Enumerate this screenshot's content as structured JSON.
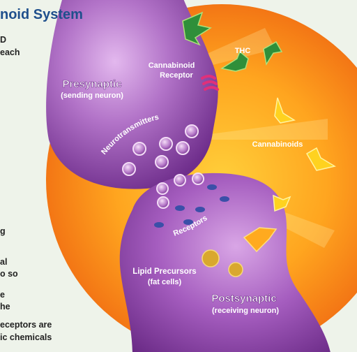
{
  "heading": "noid System",
  "side_text": [
    {
      "id": "s1",
      "text": "D"
    },
    {
      "id": "s2",
      "text": "each"
    },
    {
      "id": "s3",
      "text": "g"
    },
    {
      "id": "s4",
      "text": "al"
    },
    {
      "id": "s5",
      "text": "o so"
    },
    {
      "id": "s6",
      "text": "e"
    },
    {
      "id": "s7",
      "text": "he"
    },
    {
      "id": "s8",
      "text": "eceptors are"
    },
    {
      "id": "s9",
      "text": "ic chemicals"
    }
  ],
  "labels": {
    "presynaptic": "Presynaptic",
    "presynaptic_sub": "(sending neuron)",
    "cannabinoid_receptor_1": "Cannabinoid",
    "cannabinoid_receptor_2": "Receptor",
    "thc": "THC",
    "neurotransmitters": "Neurotransmitters",
    "cannabinoids": "Cannabinoids",
    "receptors": "Receptors",
    "lipid_precursors_1": "Lipid Precursors",
    "lipid_precursors_2": "(fat cells)",
    "postsynaptic": "Postsynaptic",
    "postsynaptic_sub": "(receiving neuron)"
  },
  "colors": {
    "orange_inner": "#ffb526",
    "orange_outer": "#f47b16",
    "neuron_light": "#c68bd6",
    "neuron_dark": "#7e3d9a",
    "label_white": "#ffffff",
    "thc_green": "#2f8f3a",
    "cannabinoid_yellow": "#ffd21f",
    "receptor_blue": "#3b4fa8",
    "receptor_pink": "#e0307a",
    "heading_blue": "#1f4f8c"
  }
}
